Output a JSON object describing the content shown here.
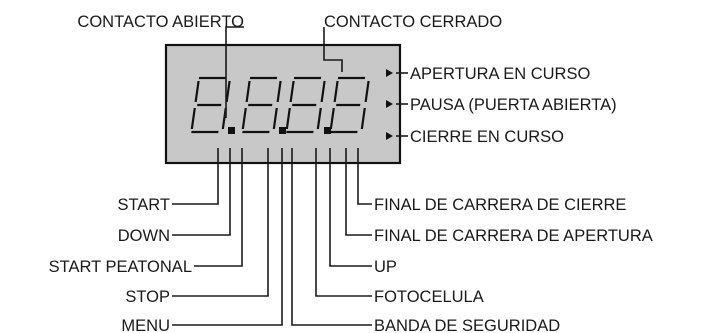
{
  "top_labels": {
    "contact_open": "CONTACTO ABIERTO",
    "contact_closed": "CONTACTO CERRADO"
  },
  "status_labels": [
    "APERTURA EN CURSO",
    "PAUSA (PUERTA ABIERTA)",
    "CIERRE EN CURSO"
  ],
  "left_inputs": [
    "START",
    "DOWN",
    "START PEATONAL",
    "STOP",
    "MENU"
  ],
  "right_inputs": [
    "FINAL DE CARRERA DE CIERRE",
    "FINAL DE CARRERA DE APERTURA",
    "UP",
    "FOTOCELULA",
    "BANDA DE SEGURIDAD"
  ]
}
